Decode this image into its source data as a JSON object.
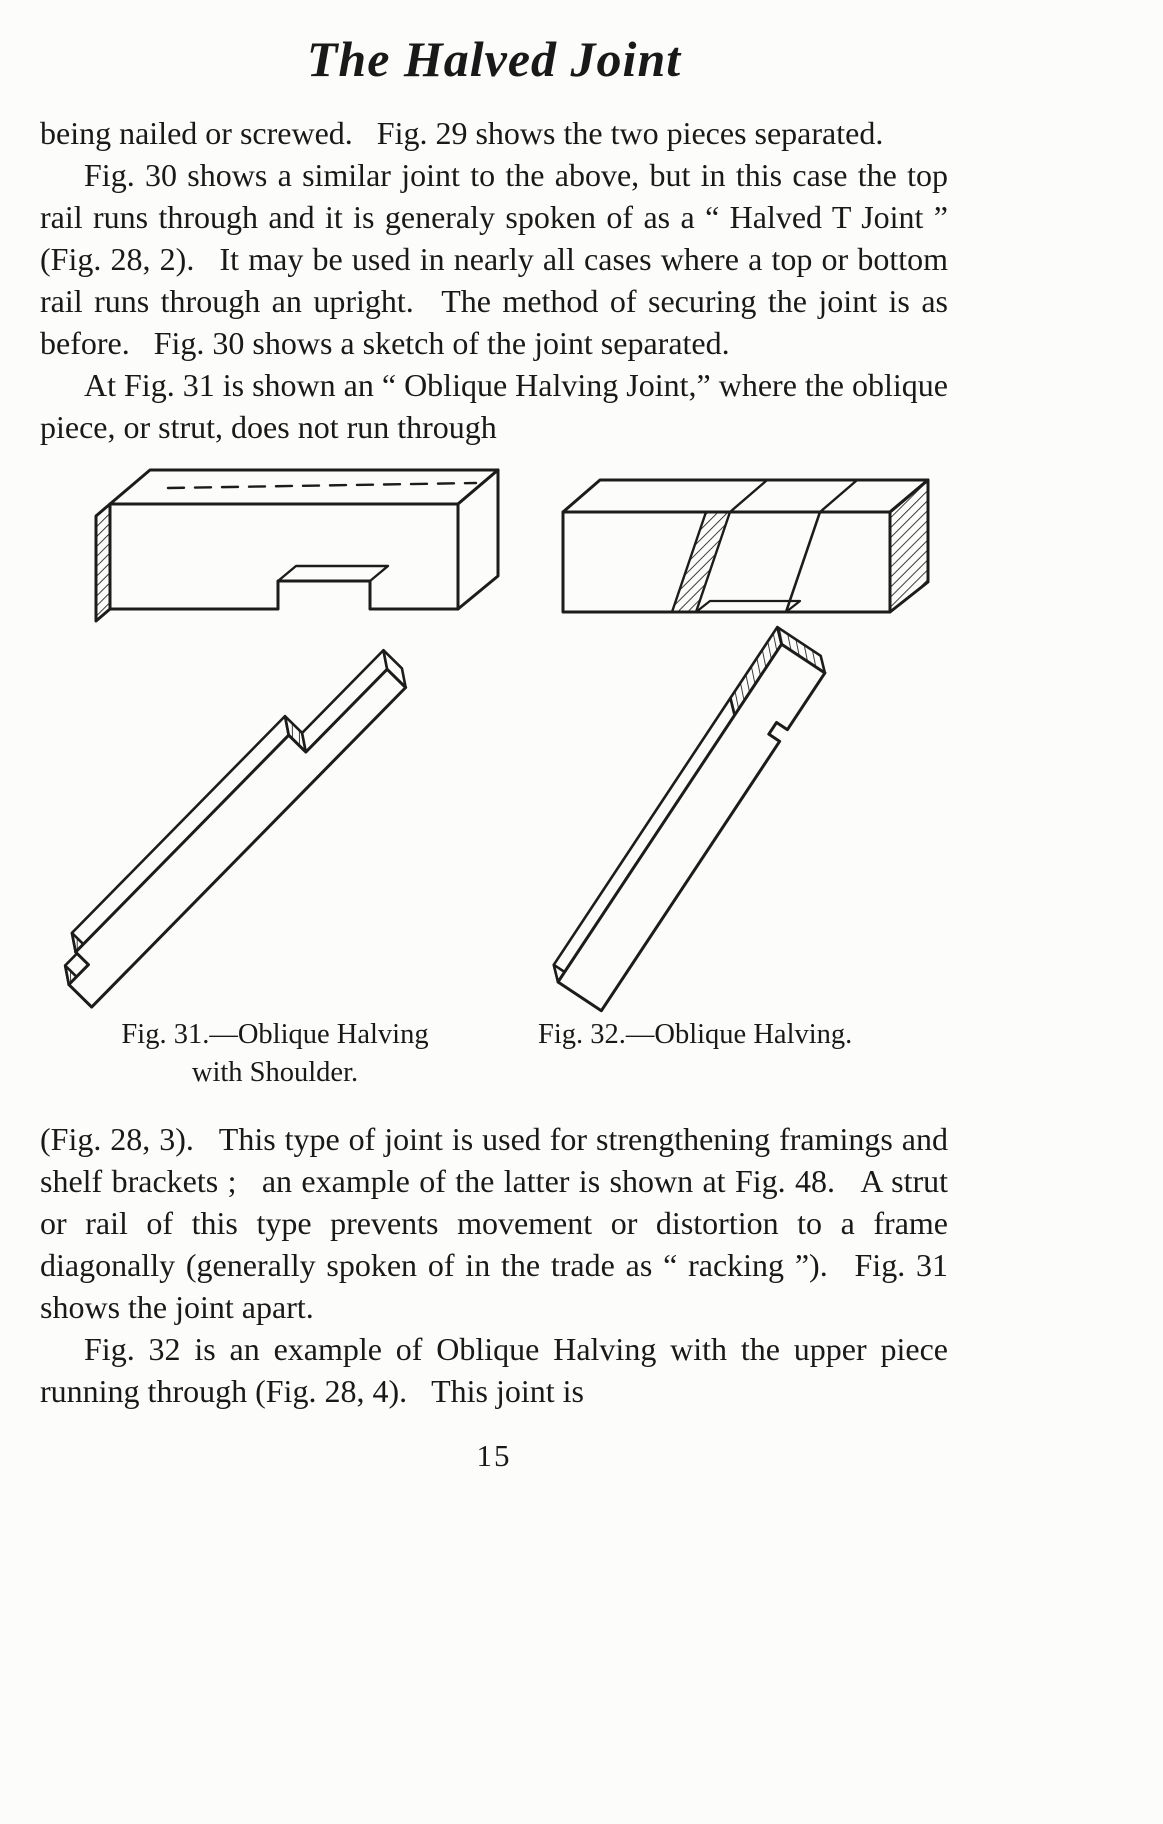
{
  "document": {
    "title": "The Halved Joint",
    "paragraphs_top": [
      "being nailed or screwed.  Fig. 29 shows the two pieces separated.",
      "Fig. 30 shows a similar joint to the above, but in this case the top rail runs through and it is generaly spoken of as a “ Halved T Joint ” (Fig. 28, 2).  It may be used in nearly all cases where a top or bottom rail runs through an upright.  The method of securing the joint is as before.  Fig. 30 shows a sketch of the joint separated.",
      "At Fig. 31 is shown an “ Oblique Halving Joint,” where the oblique piece, or strut, does not run through"
    ],
    "fig31_caption_line1": "Fig. 31.—Oblique Halving",
    "fig31_caption_line2": "with Shoulder.",
    "fig31_alt": "line drawing of oblique halving joint with shoulder, two pieces separated",
    "fig32_caption": "Fig. 32.—Oblique Halving.",
    "fig32_alt": "line drawing of oblique halving joint with upper piece running through, two pieces separated",
    "paragraphs_bottom": [
      "(Fig. 28, 3).  This type of joint is used for strengthening framings and shelf brackets ;  an example of the latter is shown at Fig. 48.  A strut or rail of this type prevents movement or distortion to a frame diagonally (generally spoken of in the trade as “ racking ”).  Fig. 31 shows the joint apart.",
      "Fig. 32 is an example of Oblique Halving with the upper piece running through (Fig. 28, 4).  This joint is"
    ],
    "page_number": "15"
  }
}
